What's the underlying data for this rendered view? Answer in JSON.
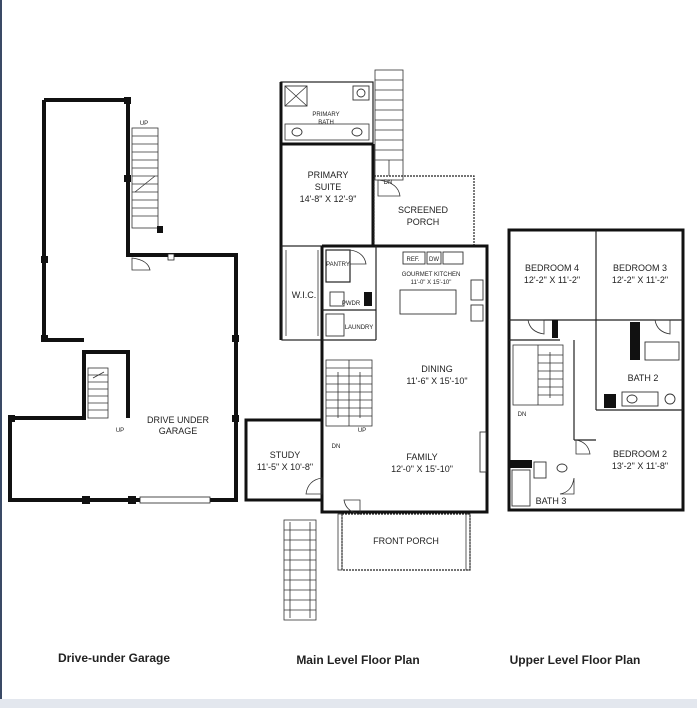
{
  "garage": {
    "rooms": {
      "drive_under": "DRIVE UNDER",
      "garage": "GARAGE"
    },
    "stair_up_top": "UP",
    "stair_up_bottom": "UP",
    "caption": "Drive-under Garage"
  },
  "main": {
    "rooms": {
      "primary_bath_1": "PRIMARY",
      "primary_bath_2": "BATH",
      "primary_suite_1": "PRIMARY",
      "primary_suite_2": "SUITE",
      "primary_suite_dim": "14'-8\" X 12'-9\"",
      "screened_1": "SCREENED",
      "screened_2": "PORCH",
      "wic": "W.I.C.",
      "kitchen": "GOURMET KITCHEN",
      "kitchen_dim": "11'-0\" X 15'-10\"",
      "pantry": "PANTRY",
      "ref": "REF.",
      "dw": "DW",
      "pwdr": "PWDR",
      "laundry": "LAUNDRY",
      "dining": "DINING",
      "dining_dim": "11'-6\" X 15'-10\"",
      "study": "STUDY",
      "study_dim": "11'-5\" X 10'-8\"",
      "family": "FAMILY",
      "family_dim": "12'-0\" X 15'-10\"",
      "front_porch": "FRONT PORCH"
    },
    "stair_dn": "DN",
    "stair_up": "UP",
    "stair_dn_top": "DN",
    "caption": "Main Level Floor Plan"
  },
  "upper": {
    "rooms": {
      "bed4": "BEDROOM 4",
      "bed4_dim": "12'-2\" X 11'-2\"",
      "bed3": "BEDROOM 3",
      "bed3_dim": "12'-2\" X 11'-2\"",
      "bath2": "BATH 2",
      "bed2": "BEDROOM 2",
      "bed2_dim": "13'-2\" X 11'-8\"",
      "bath3": "BATH 3"
    },
    "stair_dn": "DN",
    "caption": "Upper Level Floor Plan"
  },
  "colors": {
    "wall": "#111111",
    "band": "#e3e7ee",
    "edge": "#3a4a66"
  }
}
